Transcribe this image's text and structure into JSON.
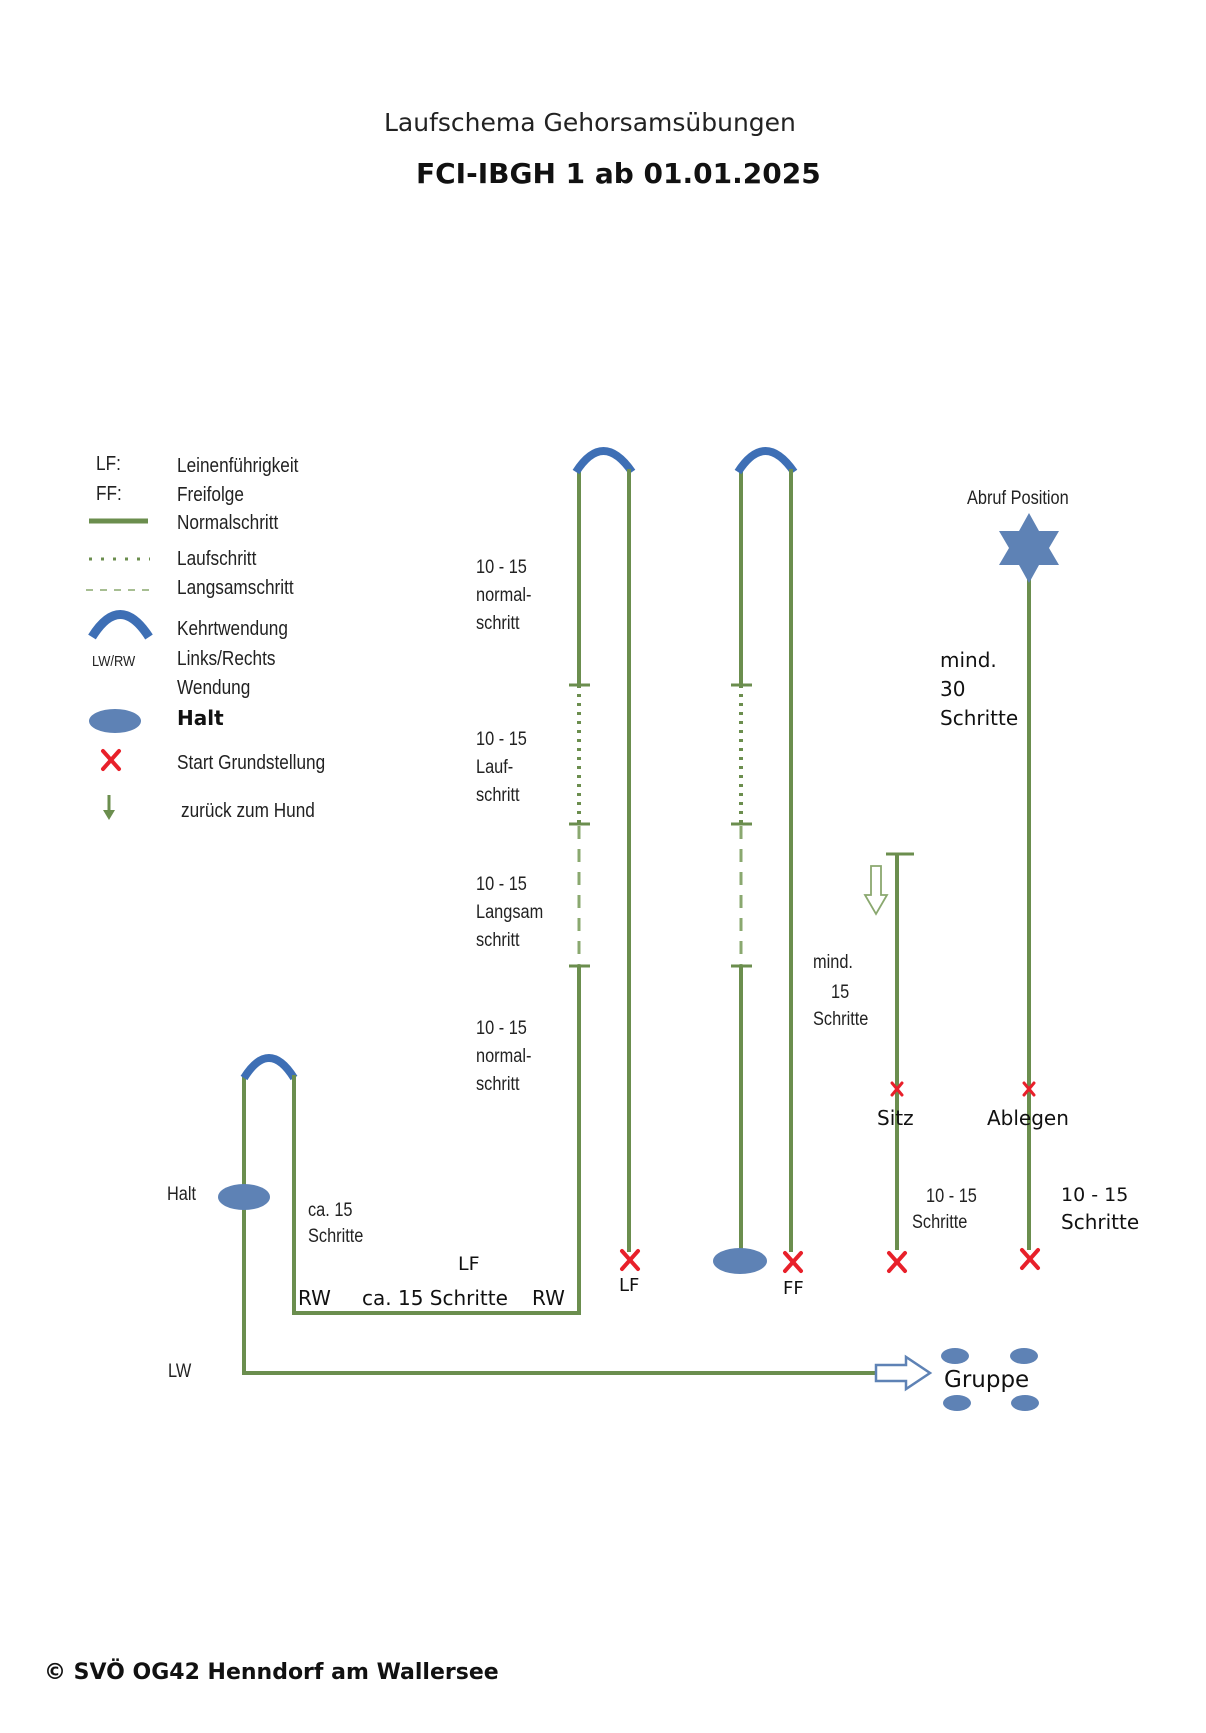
{
  "header": {
    "title": "Laufschema Gehorsamsübungen",
    "subtitle": "FCI-IBGH 1  ab 01.01.2025"
  },
  "legend": {
    "lf_key": "LF:",
    "lf_desc": "Leinenführigkeit",
    "ff_key": "FF:",
    "ff_desc": "Freifolge",
    "normal": "Normalschritt",
    "lauf": "Laufschritt",
    "langsam": "Langsamschritt",
    "kehrt": "Kehrtwendung",
    "lwrw_key": "LW/RW",
    "lwrw_desc1": "Links/Rechts",
    "lwrw_desc2": "Wendung",
    "halt": "Halt",
    "start": "Start  Grundstellung",
    "zurueck": "zurück zum Hund"
  },
  "segments": {
    "normal_top": [
      "10 - 15",
      "normal-",
      "schritt"
    ],
    "lauf": [
      "10 - 15",
      "Lauf-",
      "schritt"
    ],
    "langsam": [
      "10 - 15",
      "Langsam",
      "schritt"
    ],
    "normal_bottom": [
      "10 - 15",
      "normal-",
      "schritt"
    ]
  },
  "left_route": {
    "halt": "Halt",
    "ca15": [
      "ca. 15",
      "Schritte"
    ],
    "lf": "LF",
    "rw_left": "RW",
    "ca15_bottom": "ca. 15 Schritte",
    "rw_right": "RW",
    "lw": "LW",
    "gruppe": "Gruppe"
  },
  "start_labels": {
    "lf": "LF",
    "ff": "FF"
  },
  "sitz": {
    "mind": [
      "mind.",
      "15",
      "Schritte"
    ],
    "label": "Sitz",
    "steps": [
      "10 - 15",
      "Schritte"
    ]
  },
  "ablegen": {
    "abruf": "Abruf Position",
    "mind": [
      "mind.",
      "30",
      "Schritte"
    ],
    "label": "Ablegen",
    "steps": [
      "10 - 15",
      "Schritte"
    ]
  },
  "footer": {
    "copyright": "© SVÖ OG42 Henndorf am  Wallersee"
  },
  "colors": {
    "line_green": "#6b8e4e",
    "halt_blue": "#5e82b5",
    "arc_blue": "#3e6fb5",
    "start_red": "#e8202a"
  }
}
